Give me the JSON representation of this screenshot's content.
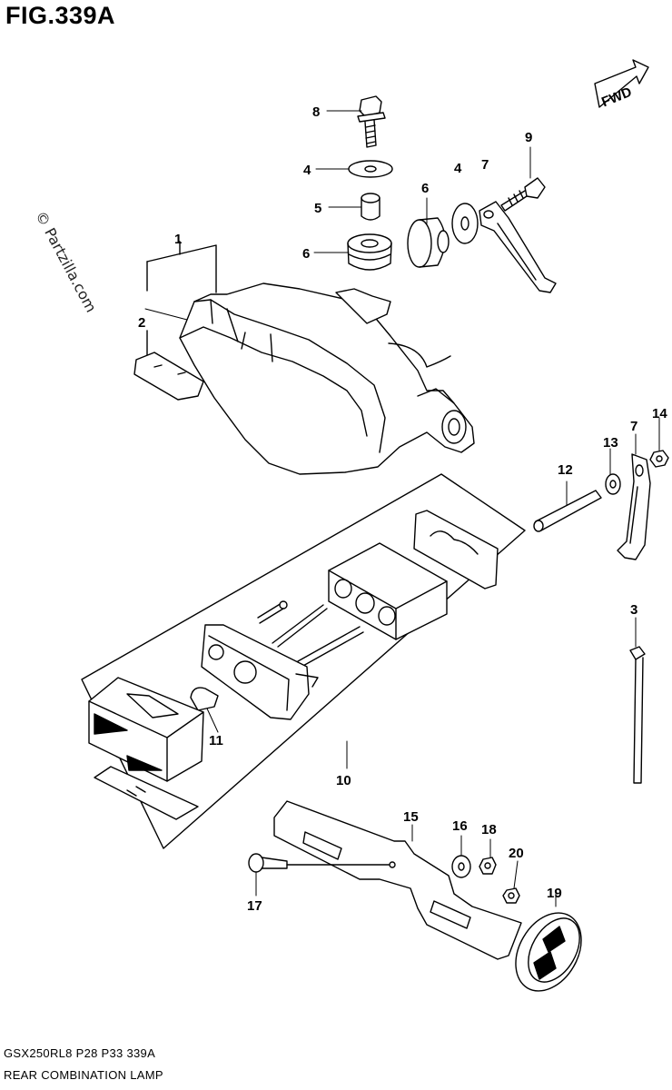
{
  "figure": {
    "title": "FIG.339A",
    "watermark": "© Partzilla.com",
    "fwd_label": "FWD"
  },
  "callouts": {
    "c8": "8",
    "c4a": "4",
    "c5": "5",
    "c6a": "6",
    "c6b": "6",
    "c4b": "4",
    "c7a": "7",
    "c9": "9",
    "c1": "1",
    "c2": "2",
    "c14": "14",
    "c7b": "7",
    "c13": "13",
    "c12": "12",
    "c3": "3",
    "c11": "11",
    "c10": "10",
    "c15": "15",
    "c16": "16",
    "c18": "18",
    "c20": "20",
    "c17": "17",
    "c19": "19"
  },
  "footer": {
    "code": "GSX250RL8  P28  P33  339A",
    "name": "REAR COMBINATION LAMP"
  },
  "colors": {
    "ink": "#000000",
    "paper": "#ffffff"
  }
}
